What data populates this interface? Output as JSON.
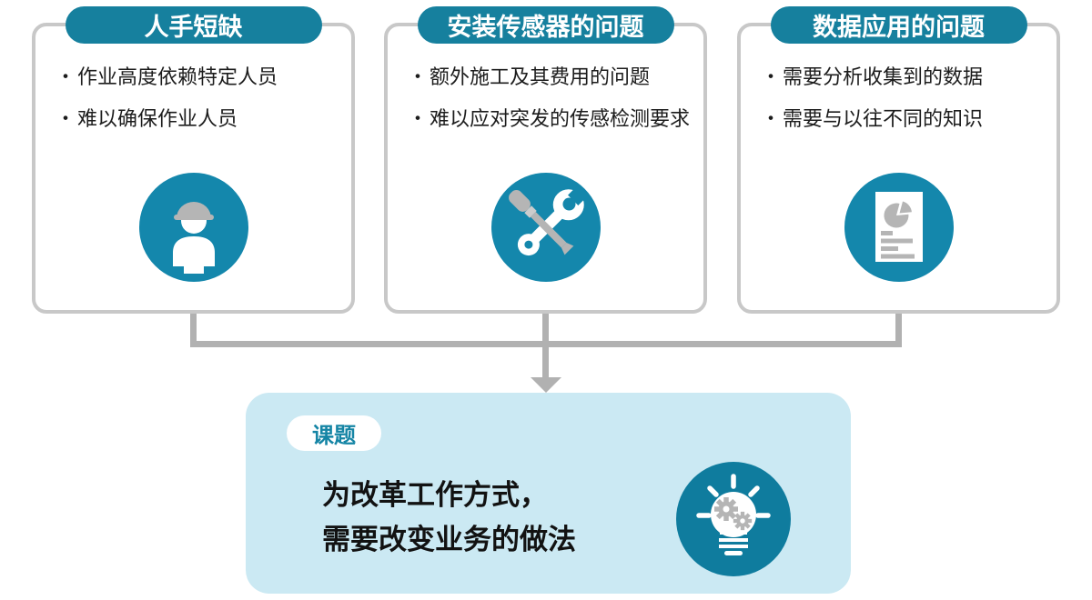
{
  "bullet_char": "・",
  "cards": [
    {
      "title": "人手短缺",
      "bullets": [
        "作业高度依赖特定人员",
        "难以确保作业人员"
      ],
      "icon": "worker-icon"
    },
    {
      "title": "安装传感器的问题",
      "bullets": [
        "额外施工及其费用的问题",
        "难以应对突发的传感检测要求"
      ],
      "icon": "tools-icon"
    },
    {
      "title": "数据应用的问题",
      "bullets": [
        "需要分析收集到的数据",
        "需要与以往不同的知识"
      ],
      "icon": "report-icon"
    }
  ],
  "conclusion": {
    "label": "课题",
    "line1": "为改革工作方式，",
    "line2": "需要改变业务的做法",
    "icon": "idea-lightbulb-icon"
  },
  "colors": {
    "pill_teal": "#16809E",
    "icon_circle_teal": "#1487AC",
    "bulb_circle_teal": "#0F7C9E",
    "conclusion_box_blue": "#CBE9F3",
    "card_border_gray": "#C8C8C8",
    "connector_gray": "#B1B1B1",
    "icon_detail_gray": "#B5B5B5",
    "body_text": "#1C1C1C"
  }
}
